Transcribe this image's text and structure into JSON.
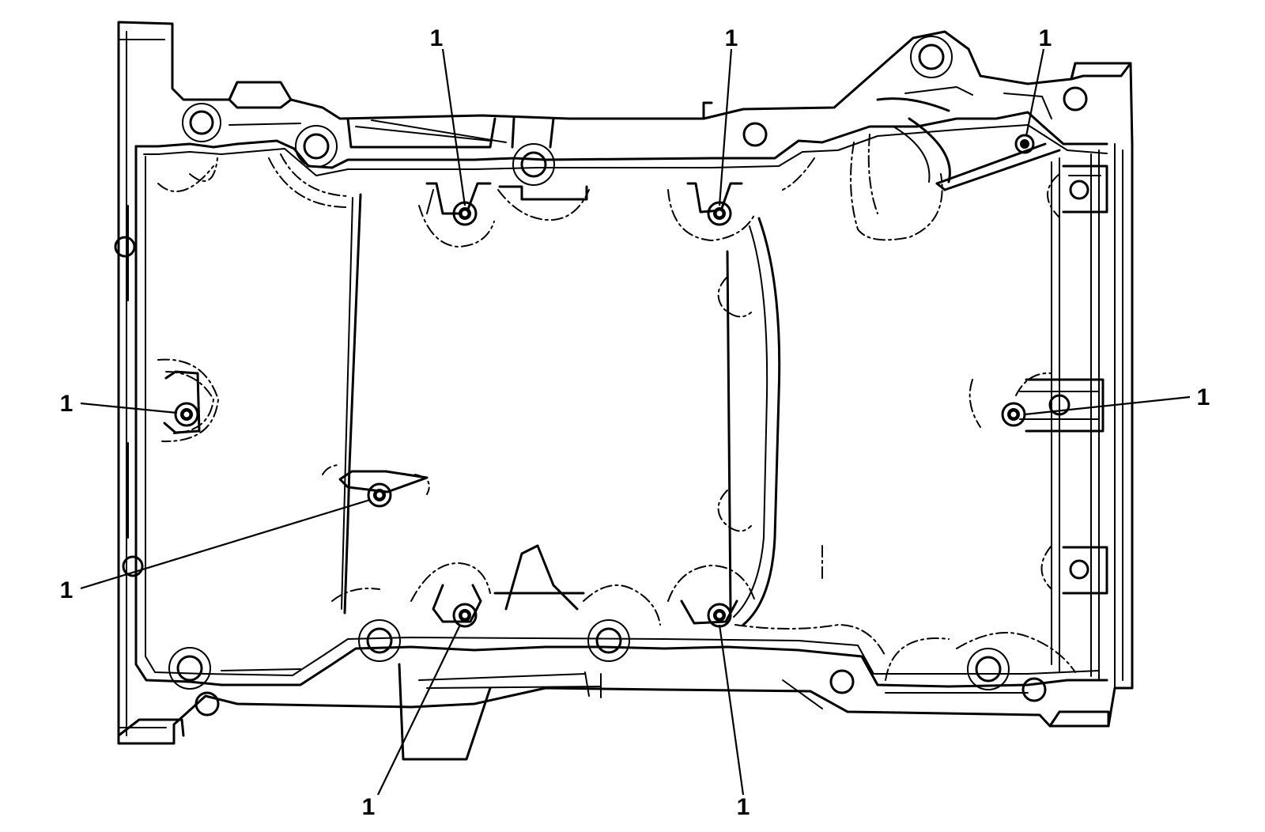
{
  "figure": {
    "kind": "line-drawing",
    "subject": "oil-pan-bolt-pattern",
    "line_color": "#000000",
    "background": "#ffffff"
  },
  "callouts": [
    {
      "id": "top-left",
      "label": "1"
    },
    {
      "id": "top-center",
      "label": "1"
    },
    {
      "id": "top-right",
      "label": "1"
    },
    {
      "id": "left",
      "label": "1"
    },
    {
      "id": "right",
      "label": "1"
    },
    {
      "id": "middle-left",
      "label": "1"
    },
    {
      "id": "bottom-left",
      "label": "1"
    },
    {
      "id": "bottom-right",
      "label": "1"
    }
  ]
}
